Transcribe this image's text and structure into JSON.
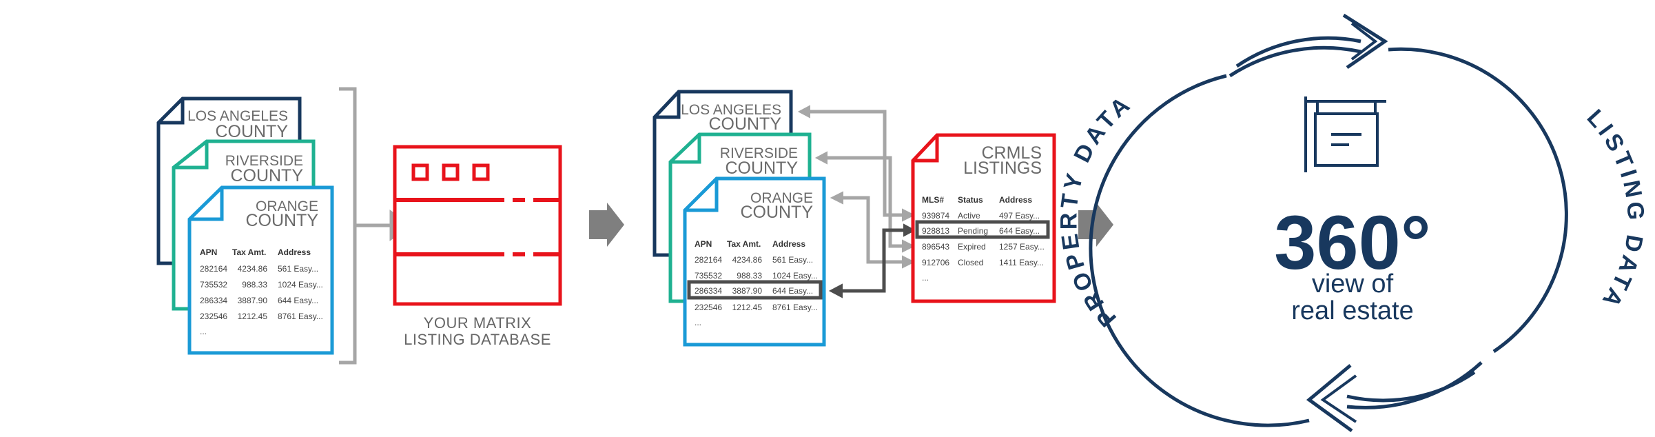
{
  "colors": {
    "navy": "#18385e",
    "teal": "#1fb191",
    "blue": "#1a9ad6",
    "red": "#e8131b",
    "gray": "#a6a6a6",
    "darkgray": "#4d4d4d",
    "arrow": "#7f7f7f",
    "text": "#6b6b6b"
  },
  "counties": [
    {
      "line1": "LOS ANGELES",
      "line2": "COUNTY"
    },
    {
      "line1": "RIVERSIDE",
      "line2": "COUNTY"
    },
    {
      "line1": "ORANGE",
      "line2": "COUNTY"
    }
  ],
  "county_table": {
    "headers": [
      "APN",
      "Tax Amt.",
      "Address"
    ],
    "rows": [
      [
        "282164",
        "4234.86",
        "561 Easy..."
      ],
      [
        "735532",
        "988.33",
        "1024 Easy..."
      ],
      [
        "286334",
        "3887.90",
        "644 Easy..."
      ],
      [
        "232546",
        "1212.45",
        "8761 Easy..."
      ]
    ],
    "ellipsis": "..."
  },
  "matrix": {
    "caption_line1": "YOUR MATRIX",
    "caption_line2": "LISTING DATABASE"
  },
  "crmls": {
    "title_line1": "CRMLS",
    "title_line2": "LISTINGS",
    "headers": [
      "MLS#",
      "Status",
      "Address"
    ],
    "rows": [
      [
        "939874",
        "Active",
        "497 Easy..."
      ],
      [
        "928813",
        "Pending",
        "644 Easy..."
      ],
      [
        "896543",
        "Expired",
        "1257 Easy..."
      ],
      [
        "912706",
        "Closed",
        "1411 Easy..."
      ]
    ],
    "ellipsis": "..."
  },
  "result": {
    "big": "360°",
    "line1": "view of",
    "line2": "real estate",
    "arc_left": "PROPERTY DATA",
    "arc_right": "LISTING DATA"
  },
  "icons": [
    "document-icon",
    "database-window-icon",
    "right-arrow-icon",
    "real-estate-sign-icon",
    "circular-arrows-icon"
  ]
}
